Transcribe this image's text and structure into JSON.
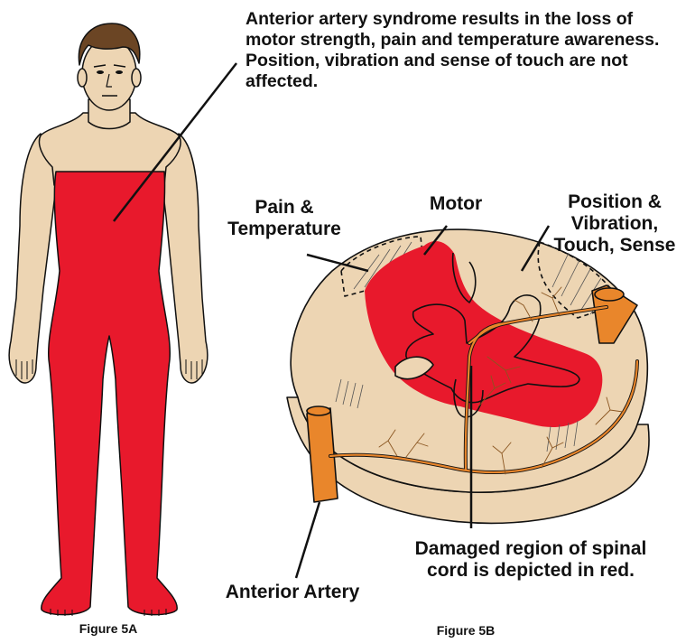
{
  "description": "Anterior artery syndrome results in the loss of motor strength, pain and temperature awareness. Position, vibration and sense of touch are not affected.",
  "labels": {
    "pain_temp_line1": "Pain &",
    "pain_temp_line2": "Temperature",
    "motor": "Motor",
    "position_line1": "Position &",
    "position_line2": "Vibration,",
    "position_line3": "Touch, Sense",
    "damaged_line1": "Damaged region of spinal",
    "damaged_line2": "cord is depicted in red.",
    "anterior_artery": "Anterior Artery"
  },
  "captions": {
    "fig_a": "Figure 5A",
    "fig_b": "Figure 5B"
  },
  "colors": {
    "affected_red": "#E8192C",
    "skin": "#EDD5B3",
    "hair": "#6B4524",
    "artery": "#E9862B",
    "outline": "#111111"
  }
}
